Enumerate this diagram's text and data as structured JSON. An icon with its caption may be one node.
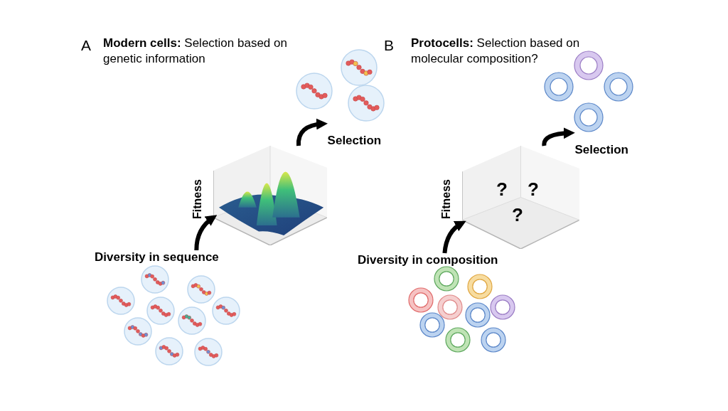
{
  "diagram": {
    "nodes": [
      {
        "text": [
          "Diversity in sequence"
        ]
      },
      {
        "text": [
          "Fitness"
        ]
      },
      {
        "text": [],
        "shape": "picture"
      },
      {
        "text": [
          "Diversity in composition"
        ]
      },
      {
        "text": [
          "Fitness",
          "?",
          "?",
          "?"
        ]
      },
      {
        "text": [],
        "shape": "picture"
      }
    ],
    "edges": [
      {
        "from": 0,
        "to": 1,
        "arrow": "to"
      },
      {
        "from": 1,
        "to": 2,
        "arrow": "to",
        "label": "Selection"
      },
      {
        "from": 3,
        "to": 4,
        "arrow": "to"
      },
      {
        "from": 4,
        "to": 5,
        "arrow": "to",
        "label": "Selection"
      }
    ],
    "labels": [
      "A",
      "**Modern cells:** Selection based on genetic information",
      "B",
      "**Protocells:** Selection based on molecular composition?"
    ]
  }
}
